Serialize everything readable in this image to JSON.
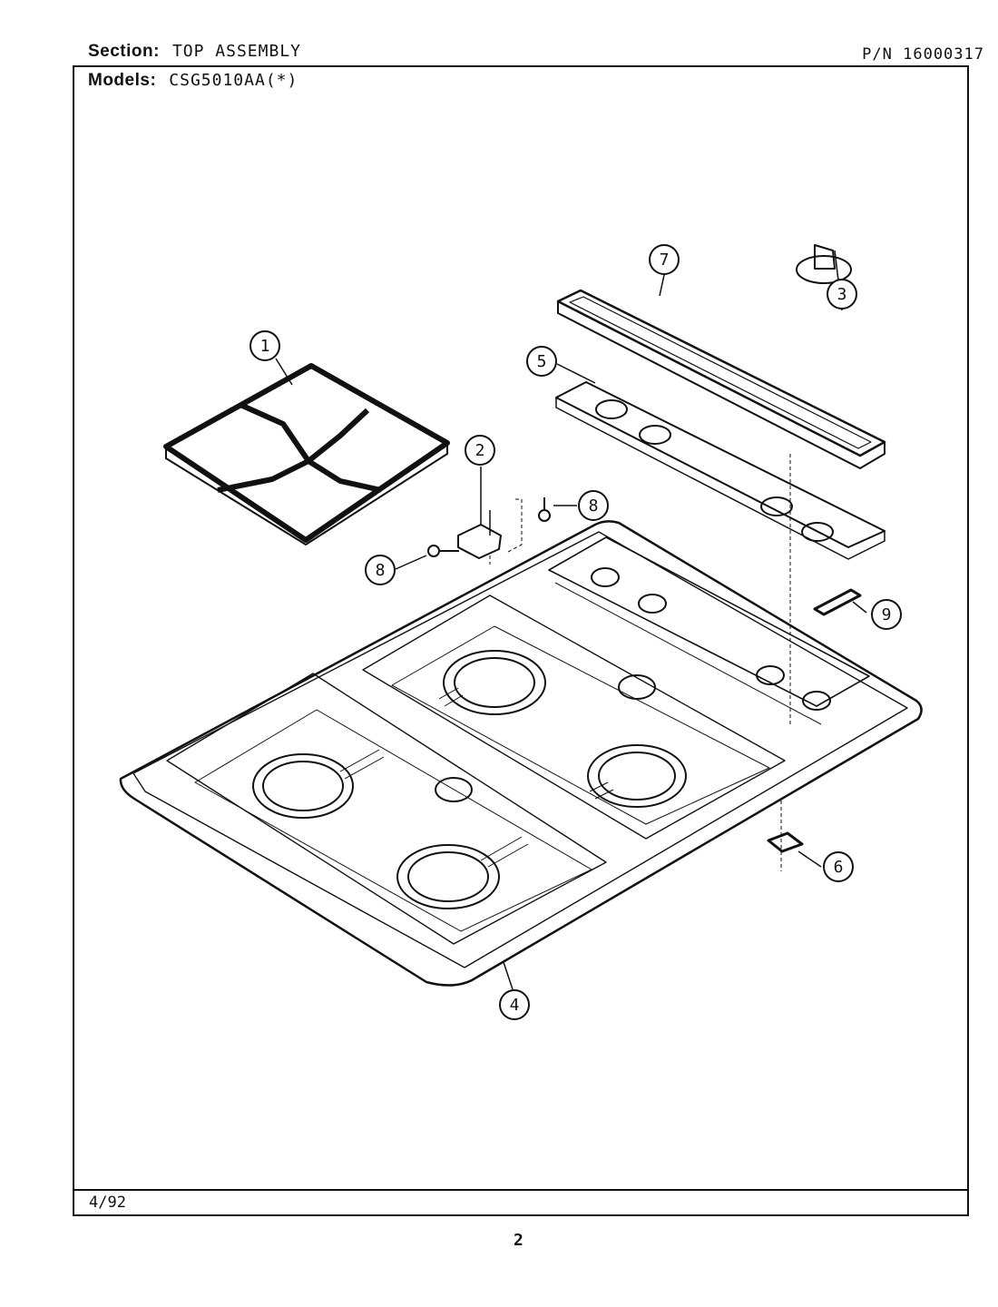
{
  "header": {
    "section_label": "Section:",
    "section_value": "TOP ASSEMBLY",
    "models_label": "Models:",
    "models_value": "CSG5010AA(*)",
    "part_number": "P/N 16000317"
  },
  "footer": {
    "date": "4/92",
    "page_number": "2"
  },
  "callouts": {
    "grate": "1",
    "hinge": "2",
    "knob": "3",
    "cooktop": "4",
    "control_panel": "5",
    "clip": "6",
    "trim_frame": "7",
    "screw_right": "8",
    "screw_left": "8",
    "bracket": "9"
  }
}
